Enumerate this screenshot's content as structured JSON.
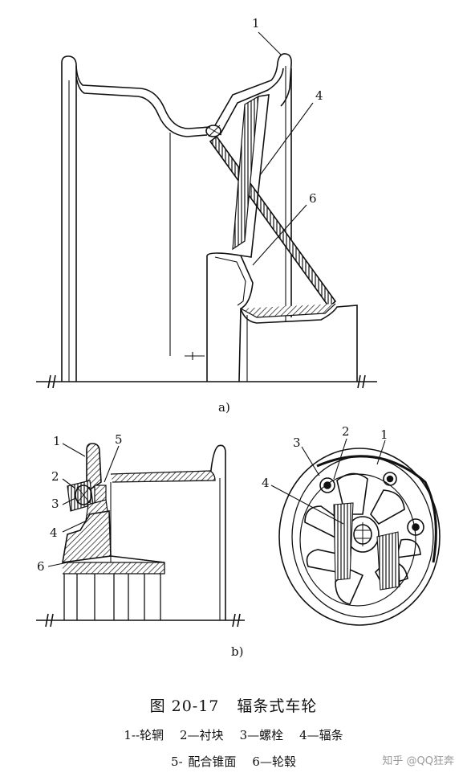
{
  "figure_a": {
    "sublabel": "a)",
    "callouts": [
      "1",
      "4",
      "6"
    ]
  },
  "figure_b_left": {
    "sublabel": "b)",
    "callouts": [
      "1",
      "5",
      "2",
      "3",
      "4",
      "6"
    ]
  },
  "figure_b_right": {
    "callouts": [
      "3",
      "2",
      "1",
      "4"
    ]
  },
  "caption": {
    "number": "图 20-17",
    "title": "辐条式车轮"
  },
  "legend": {
    "line1": [
      "1--轮辋",
      "2—衬块",
      "3—螺栓",
      "4—辐条"
    ],
    "line2": [
      "5- 配合锥面",
      "6—轮毂"
    ]
  },
  "watermark": "知乎 @QQ狂奔"
}
